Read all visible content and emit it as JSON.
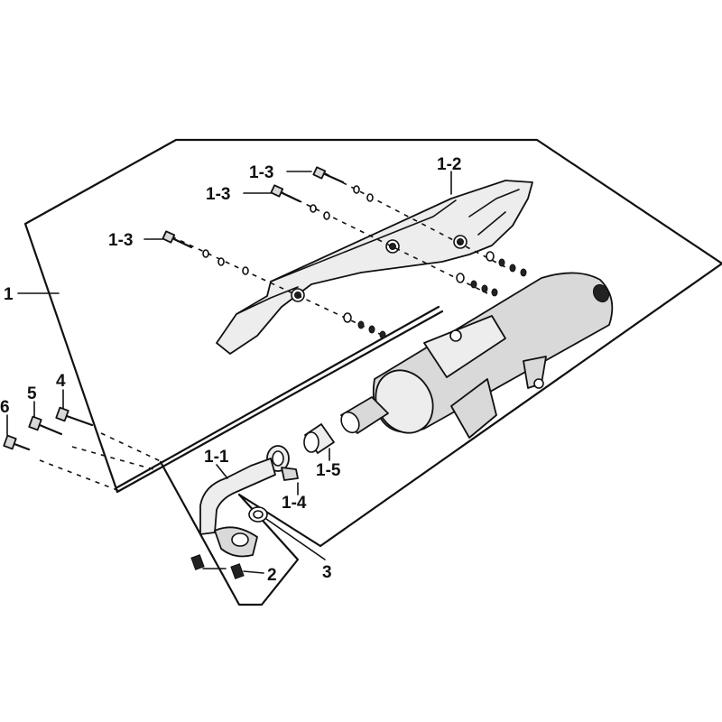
{
  "diagram": {
    "callouts": {
      "c1": "1",
      "c1_1": "1-1",
      "c1_2": "1-2",
      "c1_3a": "1-3",
      "c1_3b": "1-3",
      "c1_3c": "1-3",
      "c1_4": "1-4",
      "c1_5": "1-5",
      "c2": "2",
      "c3": "3",
      "c4": "4",
      "c5": "5",
      "c6": "6"
    },
    "colors": {
      "line": "#111111",
      "part_fill": "#d9d9d9",
      "background": "#ffffff"
    }
  }
}
